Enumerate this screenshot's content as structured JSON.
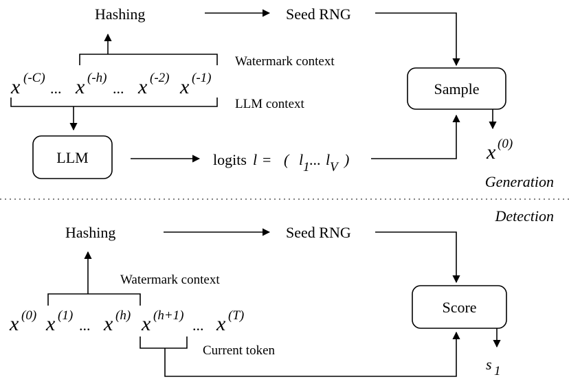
{
  "generation": {
    "hashing": "Hashing",
    "seed_rng": "Seed RNG",
    "watermark_context": "Watermark context",
    "llm_context": "LLM context",
    "sample": "Sample",
    "llm": "LLM",
    "logits_prefix": "logits",
    "logits_var": "l",
    "logits_eq": "=",
    "logits_open": "(",
    "logits_l": "l",
    "logits_sub1": "1",
    "logits_dots": "...",
    "logits_sub2": "V",
    "logits_close": ")",
    "output_base": "x",
    "output_sup": "(0)",
    "section_label": "Generation",
    "tokens": [
      {
        "base": "x",
        "sup": "(-C)",
        "trail": "..."
      },
      {
        "base": "x",
        "sup": "(-h)",
        "trail": "..."
      },
      {
        "base": "x",
        "sup": "(-2)",
        "trail": ""
      },
      {
        "base": "x",
        "sup": "(-1)",
        "trail": ""
      }
    ]
  },
  "detection": {
    "section_label": "Detection",
    "hashing": "Hashing",
    "seed_rng": "Seed RNG",
    "watermark_context": "Watermark context",
    "score": "Score",
    "current_token": "Current token",
    "output_base": "s",
    "output_sub": "1",
    "tokens": [
      {
        "base": "x",
        "sup": "(0)",
        "trail": ""
      },
      {
        "base": "x",
        "sup": "(1)",
        "trail": "..."
      },
      {
        "base": "x",
        "sup": "(h)",
        "trail": ""
      },
      {
        "base": "x",
        "sup": "(h+1)",
        "trail": "..."
      },
      {
        "base": "x",
        "sup": "(T)",
        "trail": ""
      }
    ]
  }
}
